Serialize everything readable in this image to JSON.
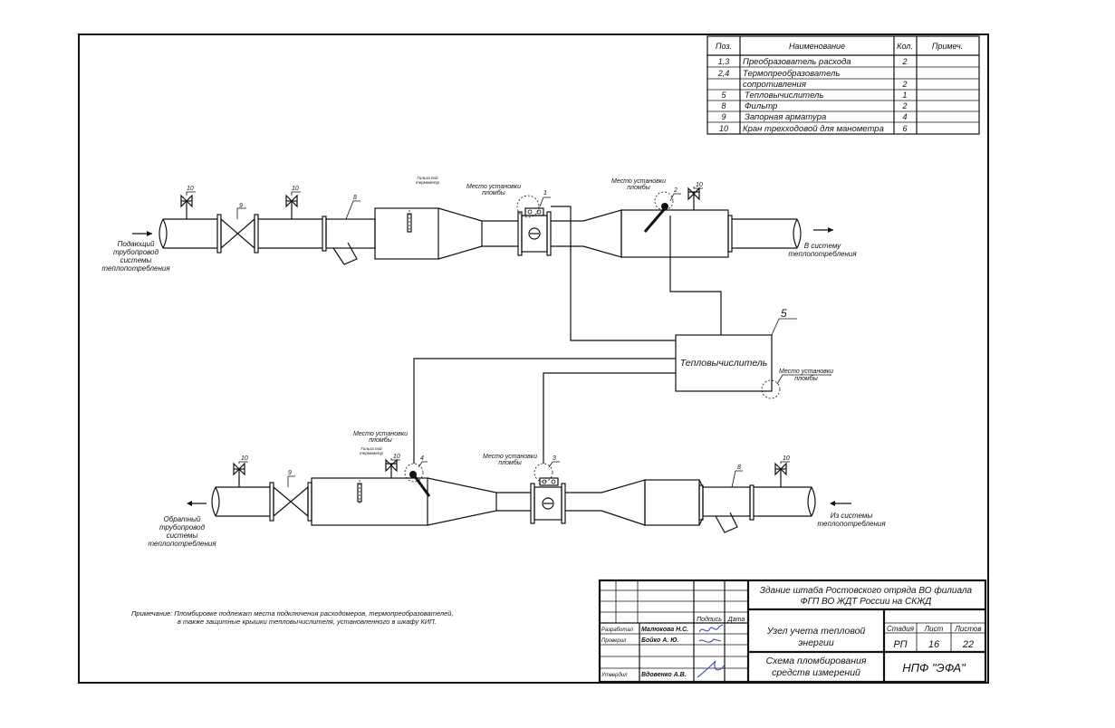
{
  "spec_table": {
    "headers": {
      "pos": "Поз.",
      "name": "Наименование",
      "qty": "Кол.",
      "note": "Примеч."
    },
    "rows": [
      {
        "pos": "1,3",
        "name": "Преобразователь расхода",
        "qty": "2"
      },
      {
        "pos": "2,4",
        "name": "Термопреобразователь",
        "qty": ""
      },
      {
        "pos": "",
        "name": "сопротивления",
        "qty": "2"
      },
      {
        "pos": "5",
        "name": "Тепловычислитель",
        "qty": "1"
      },
      {
        "pos": "8",
        "name": "Фильтр",
        "qty": "2"
      },
      {
        "pos": "9",
        "name": "Запорная арматура",
        "qty": "4"
      },
      {
        "pos": "10",
        "name": "Кран трехходовой для манометра",
        "qty": "6"
      }
    ]
  },
  "diagram": {
    "supply_in": [
      "Подающий",
      "трубопровод",
      "системы",
      "теплопотребления"
    ],
    "supply_out": [
      "В систему",
      "теплопотребления"
    ],
    "return_out": [
      "Обратный",
      "трубопровод",
      "системы",
      "теплопотребления"
    ],
    "return_in": [
      "Из системы",
      "теплопотребления"
    ],
    "seal_place": [
      "Место установки",
      "пломбы"
    ],
    "sleeve": [
      "Гильза под",
      "термометр"
    ],
    "calculator_label": "Тепловычислитель",
    "tags": {
      "t1": "1",
      "t2": "2",
      "t3": "3",
      "t4": "4",
      "t5": "5",
      "t8": "8",
      "t9": "9",
      "t10": "10"
    }
  },
  "note": [
    "Примечание: Пломбировке подлежат места подключения расходомеров, термопреобразователей,",
    "в также защитные крышки тепловычислителя, установленного в шкафу КИП."
  ],
  "title_block": {
    "organization": [
      "Здание штаба Ростовского отряда ВО филиала",
      "ФГП ВО ЖДТ России на СКЖД"
    ],
    "object": [
      "Узел учета тепловой",
      "энергии"
    ],
    "sheet_title": [
      "Схема пломбирования",
      "средств измерений"
    ],
    "company": "НПФ \"ЭФА\"",
    "col_stage": "Стадия",
    "col_sheet": "Лист",
    "col_sheets": "Листов",
    "stage": "РП",
    "sheet": "16",
    "sheets": "22",
    "col_sign": "Подпись",
    "col_date": "Дата",
    "roles": [
      {
        "role": "Разработал",
        "name": "Малюкова Н.С."
      },
      {
        "role": "Проверил",
        "name": "Бойко А. Ю."
      },
      {
        "role": "",
        "name": ""
      },
      {
        "role": "Утвердил",
        "name": "Вдовенко А.В."
      }
    ]
  },
  "colors": {
    "line": "#111111",
    "signature": "#3a4ab0",
    "background": "#ffffff"
  }
}
